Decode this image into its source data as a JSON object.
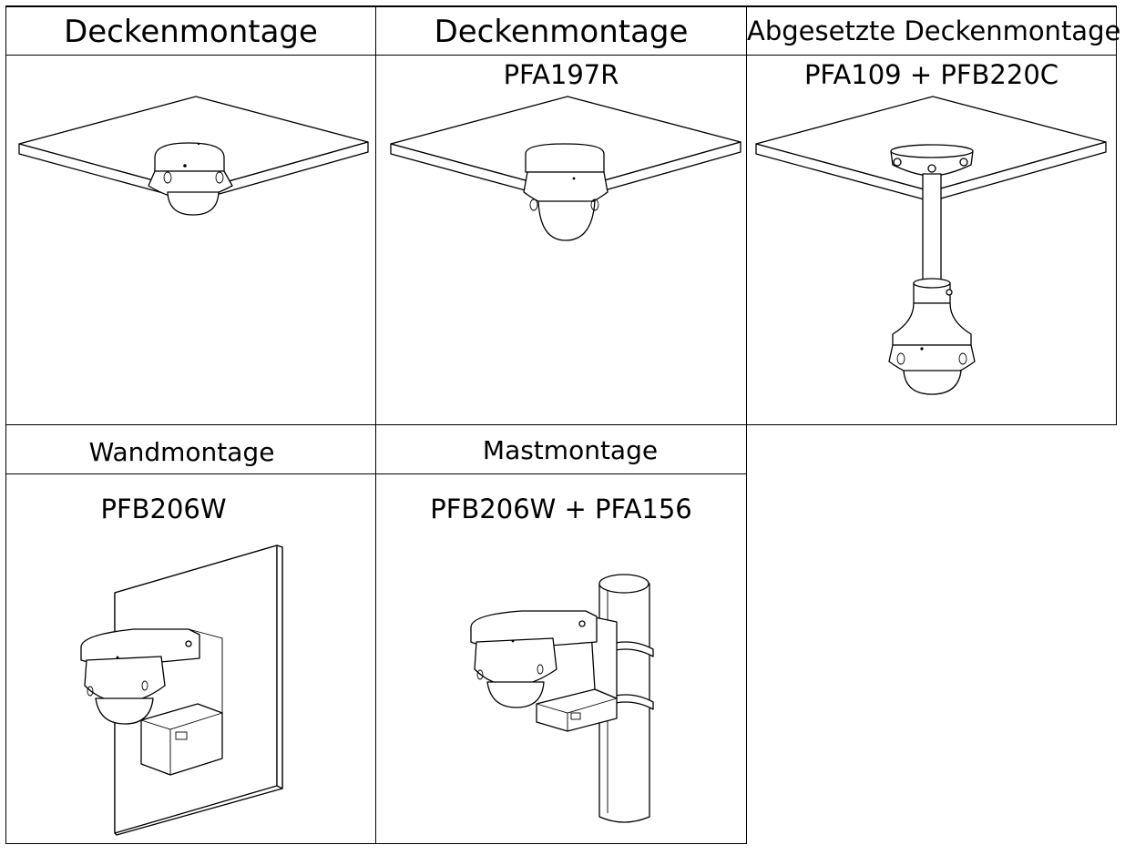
{
  "table": {
    "row1": [
      {
        "title": "Deckenmontage",
        "model": ""
      },
      {
        "title": "Deckenmontage",
        "model": "PFA197R"
      },
      {
        "title": "Abgesetzte Deckenmontage",
        "model": "PFA109 + PFB220C"
      }
    ],
    "row2": [
      {
        "title": "Wandmontage",
        "model": "PFB206W"
      },
      {
        "title": "Mastmontage",
        "model": "PFB206W + PFA156"
      }
    ]
  },
  "illustrations": {
    "ceiling": "ceiling-mount-camera-icon",
    "ceiling_adapter": "ceiling-adapter-camera-icon",
    "pendant": "pendant-mount-camera-icon",
    "wall": "wall-mount-camera-icon",
    "pole": "pole-mount-camera-icon"
  }
}
